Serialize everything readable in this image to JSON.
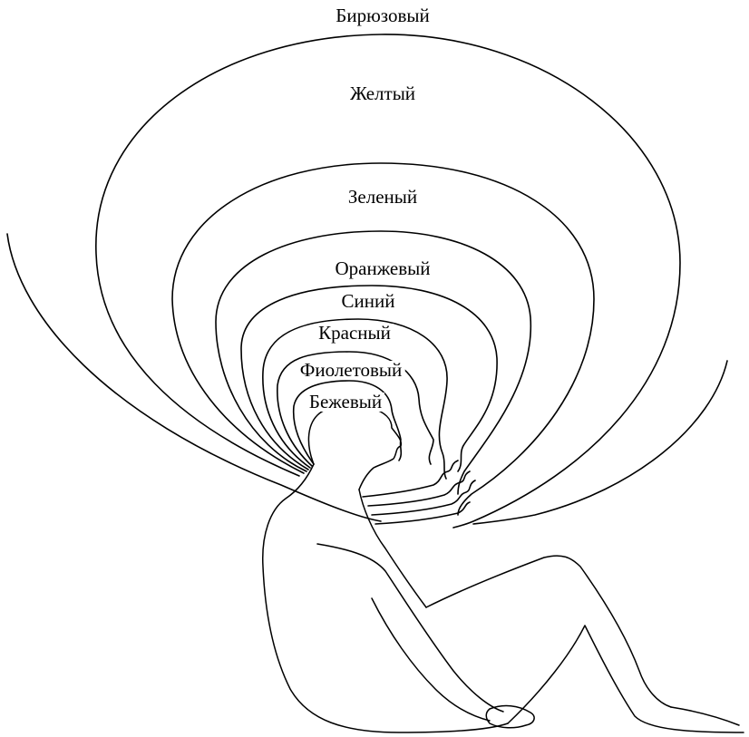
{
  "labels": {
    "turquoise": "Бирюзовый",
    "yellow": "Желтый",
    "green": "Зеленый",
    "orange": "Оранжевый",
    "blue": "Синий",
    "red": "Красный",
    "violet": "Фиолетовый",
    "beige": "Бежевый"
  }
}
